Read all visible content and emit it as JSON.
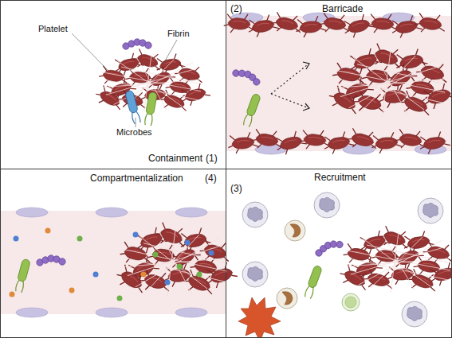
{
  "diagram": {
    "nodes": [
      {
        "text": [
          "Containment",
          "(1)"
        ]
      },
      {
        "text": [
          "(2)",
          "Barricade"
        ]
      },
      {
        "text": [
          "Compartmentalization",
          "(4)"
        ]
      },
      {
        "text": [
          "(3)",
          "Recruitment"
        ]
      }
    ],
    "labels": [
      "Platelet",
      "Fibrin",
      "Microbes"
    ]
  }
}
